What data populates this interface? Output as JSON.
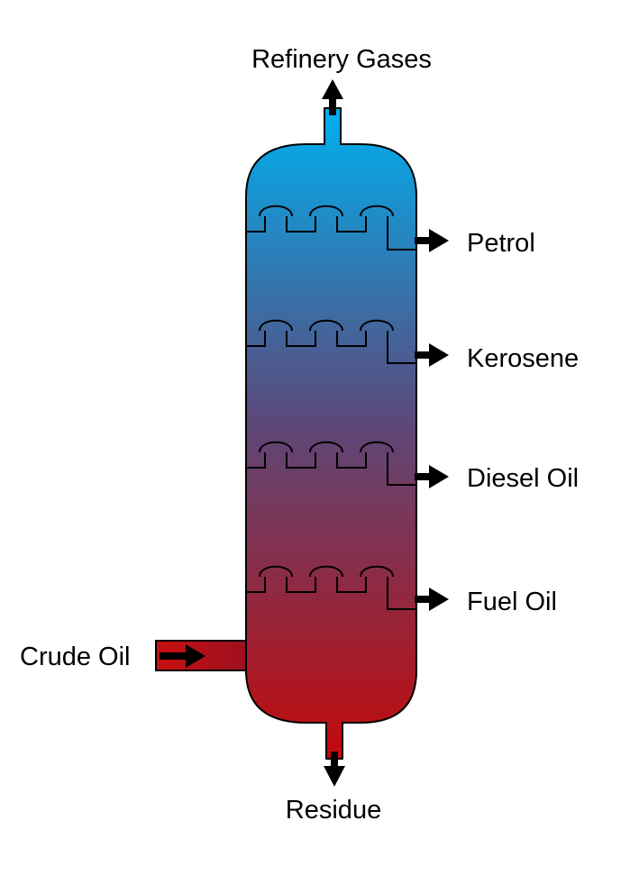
{
  "labels": {
    "top_output": "Refinery Gases",
    "petrol": "Petrol",
    "kerosene": "Kerosene",
    "diesel": "Diesel Oil",
    "fuel_oil": "Fuel Oil",
    "input": "Crude Oil",
    "bottom_output": "Residue"
  },
  "colors": {
    "column_top": "#00b0f0",
    "column_middle": "#5a4a7c",
    "column_bottom": "#c20a0a",
    "outline": "#000000",
    "arrow": "#000000"
  }
}
